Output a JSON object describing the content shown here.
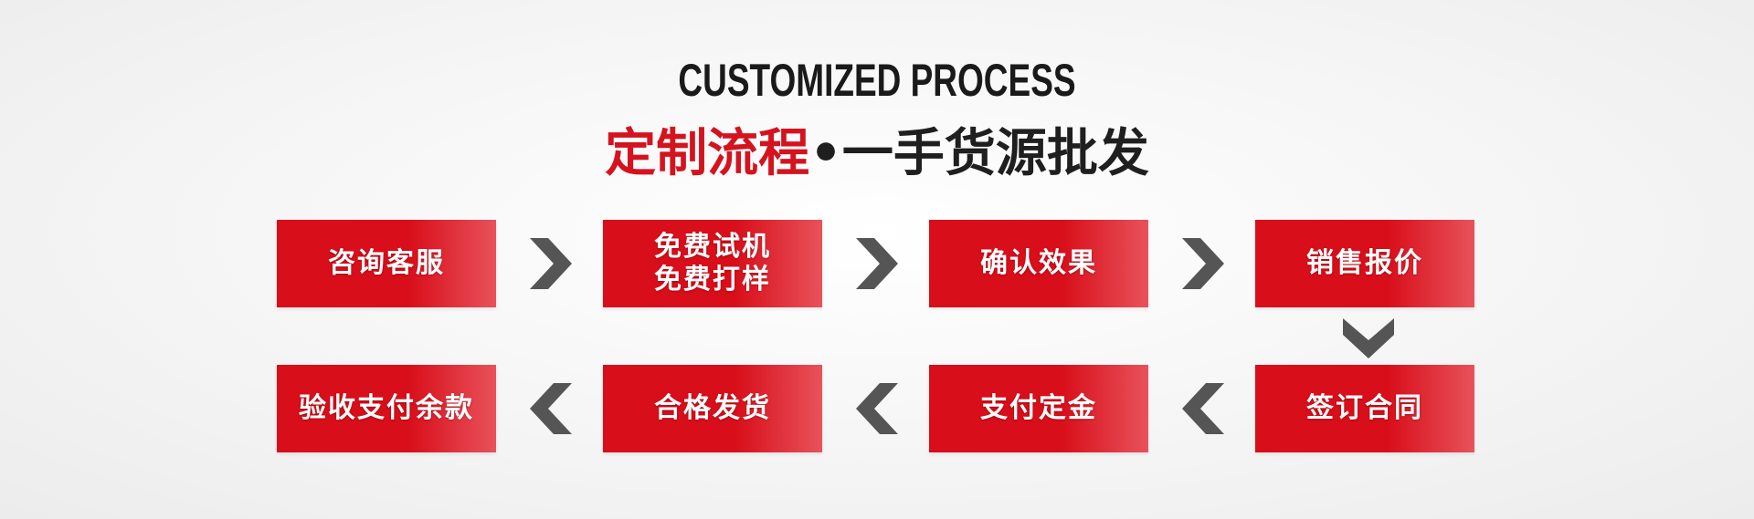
{
  "heading": {
    "english": "CUSTOMIZED PROCESS",
    "chinese_accent": "定制流程",
    "chinese_dot": "•",
    "chinese_rest": "一手货源批发"
  },
  "steps": {
    "s1": "咨询客服",
    "s2_line1": "免费试机",
    "s2_line2": "免费打样",
    "s3": "确认效果",
    "s4": "销售报价",
    "s5": "签订合同",
    "s6": "支付定金",
    "s7": "合格发货",
    "s8": "验收支付余款"
  },
  "colors": {
    "accent": "#d80e1a",
    "arrow": "#555555",
    "heading": "#1a1a1a"
  },
  "icons": {
    "right": "chevron-right-icon",
    "left": "chevron-left-icon",
    "down": "chevron-down-icon"
  }
}
